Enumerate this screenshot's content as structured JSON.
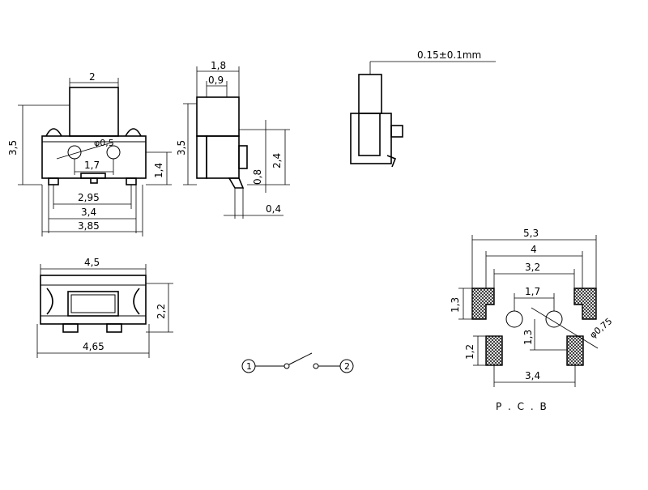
{
  "front_view": {
    "width_top": "2",
    "height": "3,5",
    "hole_dia": "φ0,5",
    "hole_pitch": "1,7",
    "side_height": "1,4",
    "w_inner": "2,95",
    "w_mid": "3,4",
    "w_outer": "3,85"
  },
  "side_view": {
    "w_total": "1,8",
    "w_step": "0,9",
    "height": "3,5",
    "h_a": "2,4",
    "h_b": "0,8",
    "w_tab": "0,4"
  },
  "detail_view": {
    "note": "0.15±0.1mm"
  },
  "top_view": {
    "w_top": "4,5",
    "height": "2,2",
    "w_bottom": "4,65"
  },
  "schematic": {
    "pin1": "1",
    "pin2": "2"
  },
  "pcb": {
    "w_outer": "5,3",
    "w_pad_gap": "4",
    "w_inner": "3,2",
    "hole_pitch": "1,7",
    "pad_h_top": "1,3",
    "hole_offset": "1,3",
    "pad_h_bottom": "1,2",
    "hole_dia": "φ0,75",
    "w_bottom": "3,4",
    "title": "P . C . B"
  }
}
